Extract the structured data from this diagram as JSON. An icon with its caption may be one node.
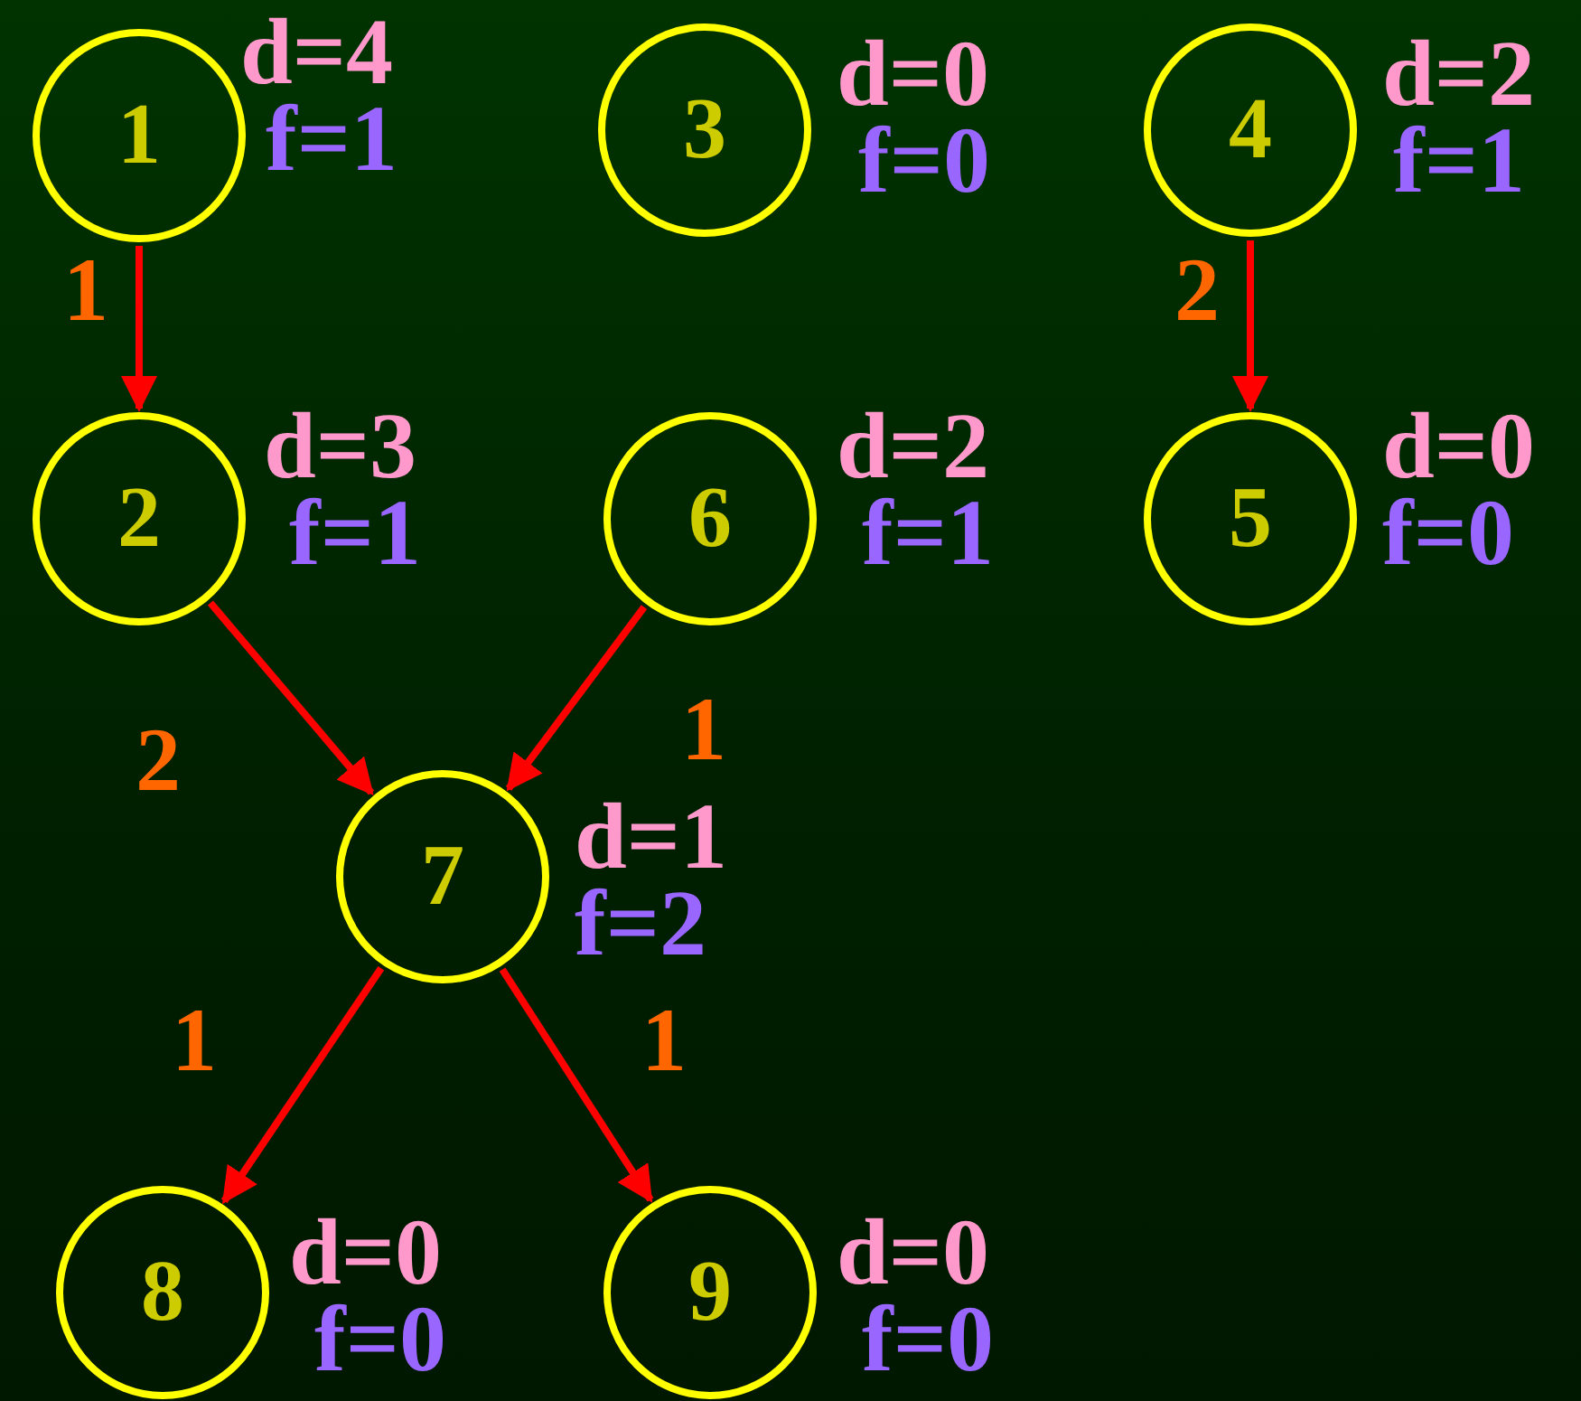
{
  "diagram": {
    "nodes": [
      {
        "text": [
          "1"
        ],
        "beside": [
          "d=4",
          "f=1"
        ]
      },
      {
        "text": [
          "3"
        ],
        "beside": [
          "d=0",
          "f=0"
        ]
      },
      {
        "text": [
          "4"
        ],
        "beside": [
          "d=2",
          "f=1"
        ]
      },
      {
        "text": [
          "2"
        ],
        "beside": [
          "d=3",
          "f=1"
        ]
      },
      {
        "text": [
          "6"
        ],
        "beside": [
          "d=2",
          "f=1"
        ]
      },
      {
        "text": [
          "5"
        ],
        "beside": [
          "d=0",
          "f=0"
        ]
      },
      {
        "text": [
          "7"
        ],
        "beside": [
          "d=1",
          "f=2"
        ]
      },
      {
        "text": [
          "8"
        ],
        "beside": [
          "d=0",
          "f=0"
        ]
      },
      {
        "text": [
          "9"
        ],
        "beside": [
          "d=0",
          "f=0"
        ]
      }
    ],
    "edges": [
      {
        "from": 0,
        "to": 3,
        "arrow": "to",
        "label": "1"
      },
      {
        "from": 2,
        "to": 5,
        "arrow": "to",
        "label": "2"
      },
      {
        "from": 3,
        "to": 6,
        "arrow": "to",
        "label": "2"
      },
      {
        "from": 4,
        "to": 6,
        "arrow": "to",
        "label": "1"
      },
      {
        "from": 6,
        "to": 7,
        "arrow": "to",
        "label": "1"
      },
      {
        "from": 6,
        "to": 8,
        "arrow": "to",
        "label": "1"
      }
    ]
  }
}
